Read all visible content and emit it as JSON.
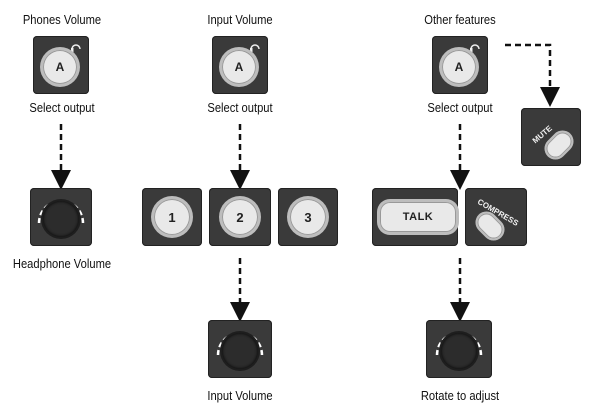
{
  "columns": {
    "phones": {
      "title": "Phones Volume",
      "button": "A",
      "select_label": "Select output",
      "result_label": "Headphone Volume"
    },
    "input": {
      "title": "Input Volume",
      "button": "A",
      "select_label": "Select output",
      "channels": [
        "1",
        "2",
        "3"
      ],
      "result_label": "Input Volume"
    },
    "other": {
      "title": "Other features",
      "button": "A",
      "select_label": "Select output",
      "mute_label": "MUTE",
      "talk_label": "TALK",
      "compress_label": "COMPRESS",
      "result_label": "Rotate to adjust"
    }
  },
  "colors": {
    "pad": "#3a3a3a",
    "button": "#e9e9e9",
    "arrow": "#111111"
  }
}
